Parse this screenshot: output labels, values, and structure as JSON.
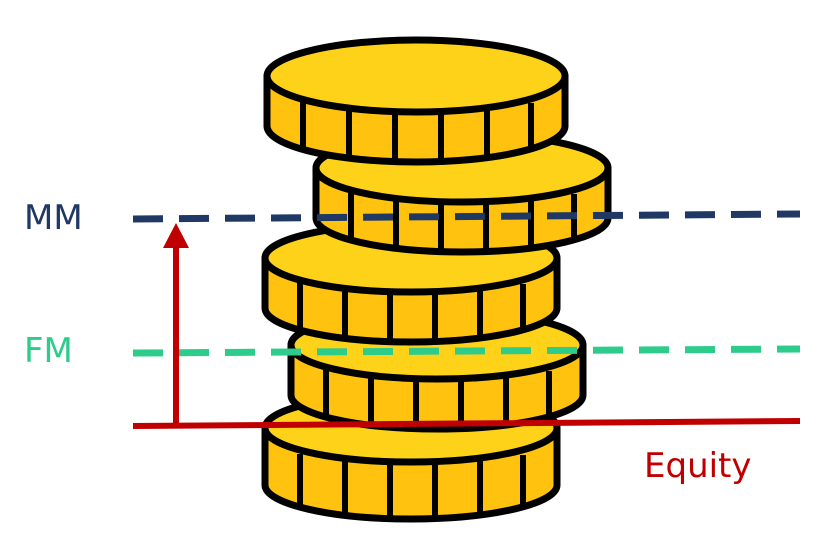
{
  "labels": {
    "mm": "MM",
    "fm": "FM",
    "equity": "Equity"
  },
  "colors": {
    "mm": "#1f3864",
    "fm": "#2ecc8a",
    "equity": "#c00000",
    "coin_fill": "#ffcc00",
    "coin_top": "#ffd21a",
    "coin_outline": "#000000"
  },
  "icons": {
    "illustration": "coin-stack-icon",
    "arrow": "arrow-up-icon"
  }
}
